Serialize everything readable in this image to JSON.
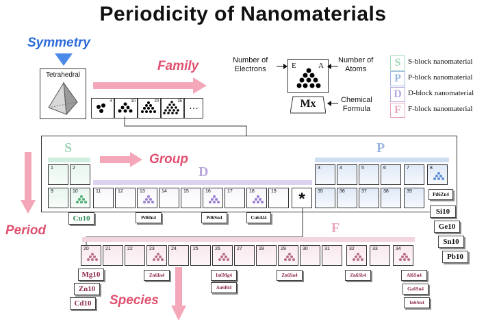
{
  "title": "Periodicity of Nanomaterials",
  "labels": {
    "symmetry": "Symmetry",
    "family": "Family",
    "group": "Group",
    "period": "Period",
    "species": "Species",
    "tetrahedral": "Tetrahedral",
    "ellipsis": "···"
  },
  "family_counts": [
    "4",
    "10",
    "20",
    "35"
  ],
  "formula": {
    "electrons_label_1": "Number of",
    "electrons_label_2": "Electrons",
    "atoms_label_1": "Number of",
    "atoms_label_2": "Atoms",
    "chemical_label_1": "Chemical",
    "chemical_label_2": "Formula",
    "e": "E",
    "a": "A",
    "mx": "Mx"
  },
  "legend": [
    {
      "letter": "S",
      "text": "S-block nanomaterial",
      "color": "#9ed6b4"
    },
    {
      "letter": "P",
      "text": "P-block nanomaterial",
      "color": "#9db8e0"
    },
    {
      "letter": "D",
      "text": "D-block nanomaterial",
      "color": "#b9a8dc"
    },
    {
      "letter": "F",
      "text": "F-block nanomaterial",
      "color": "#e8a6bc"
    }
  ],
  "blocks": {
    "s": "S",
    "p": "P",
    "d": "D",
    "f": "F"
  },
  "star": "*",
  "s_row1": [
    "1",
    "2"
  ],
  "s_row2": [
    "9",
    "10"
  ],
  "d_row": [
    "11",
    "12",
    "13",
    "14",
    "15",
    "16",
    "17",
    "18",
    "19"
  ],
  "p_row1": [
    "3",
    "4",
    "5",
    "6",
    "7",
    "8"
  ],
  "p_row2": [
    "35",
    "36",
    "37",
    "38",
    "39"
  ],
  "f_row": [
    "20",
    "21",
    "22",
    "23",
    "24",
    "25",
    "26",
    "27",
    "28",
    "29",
    "30",
    "31",
    "32",
    "33",
    "34"
  ],
  "tags": {
    "cu10": "Cu10",
    "pd6in4": "Pd6In4",
    "pd6sn4": "Pd6Sn4",
    "cu6al4": "Cu6Al4",
    "pd6zn4": "Pd6Zn4",
    "si10": "Si10",
    "ge10": "Ge10",
    "sn10": "Sn10",
    "pb10": "Pb10",
    "mg10": "Mg10",
    "zn10": "Zn10",
    "cd10": "Cd10",
    "zn6in4": "Zn6In4",
    "in6mg4": "In6Mg4",
    "au6bi4": "Au6Bi4",
    "zn6sn4": "Zn6Sn4",
    "zn6sb4": "Zn6Sb4",
    "al6sn4": "Al6Sn4",
    "ga6sn4": "Ga6Sn4",
    "in6sn4": "In6Sn4"
  }
}
